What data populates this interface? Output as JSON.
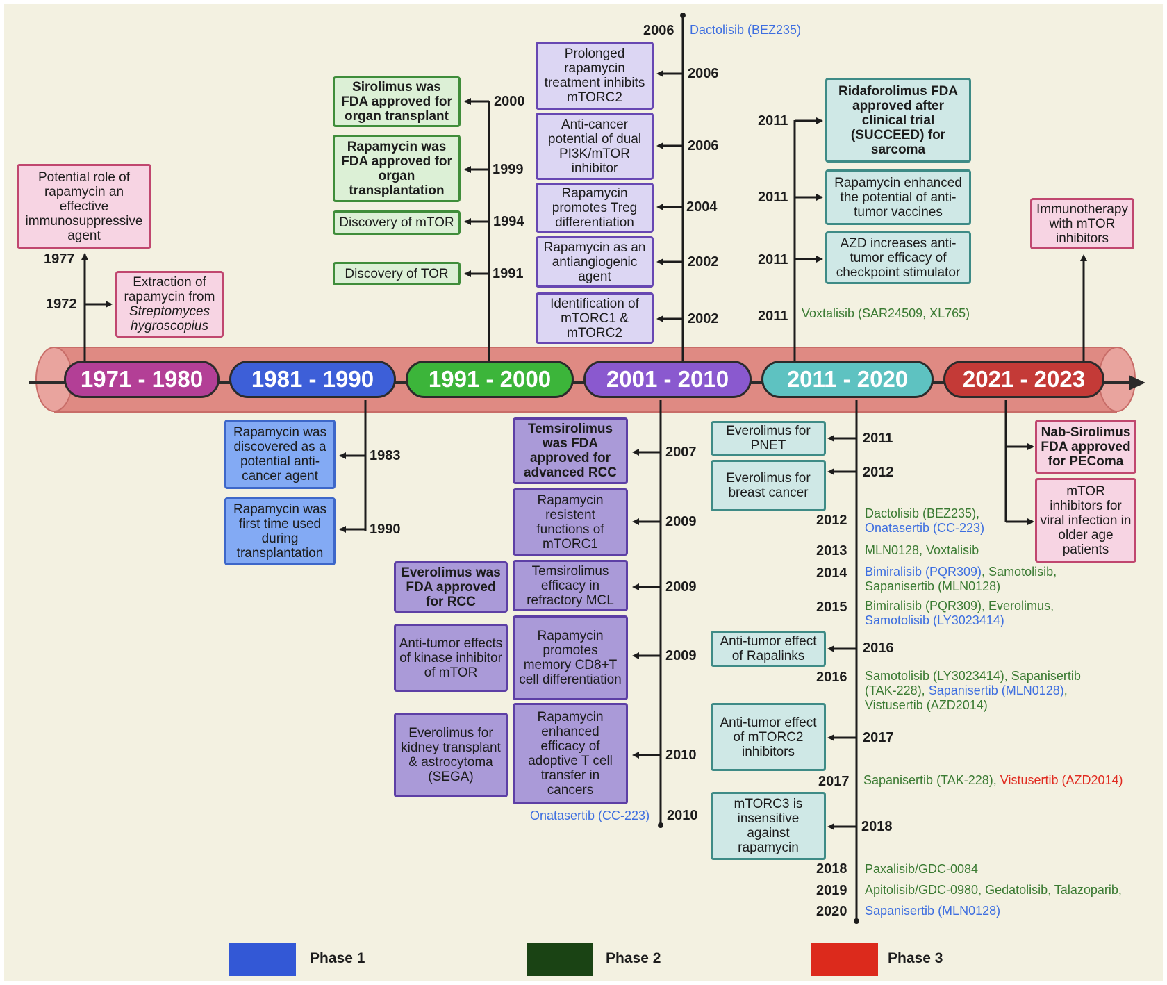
{
  "decades": [
    {
      "label": "1971 - 1980",
      "color": "#b33f96"
    },
    {
      "label": "1981 - 1990",
      "color": "#3d5fd8"
    },
    {
      "label": "1991 - 2000",
      "color": "#3cb53a"
    },
    {
      "label": "2001 - 2010",
      "color": "#8a59cf"
    },
    {
      "label": "2011 - 2020",
      "color": "#5ec2c1"
    },
    {
      "label": "2021 - 2023",
      "color": "#c43a37"
    }
  ],
  "d1970s": {
    "box1977": "Potential role of rapamycin an effective immunosuppressive agent",
    "y1977": "1977",
    "box1972_a": "Extraction of rapamycin from",
    "box1972_b": "Streptomyces hygroscopius",
    "y1972": "1972"
  },
  "d1980s": {
    "box1983": "Rapamycin was discovered as a potential anti-cancer agent",
    "y1983": "1983",
    "box1990": "Rapamycin was first time used during transplantation",
    "y1990": "1990"
  },
  "d1990s": {
    "box2000": "Sirolimus  was FDA approved for organ transplant",
    "y2000": "2000",
    "box1999": "Rapamycin was FDA approved for organ transplantation",
    "y1999": "1999",
    "box1994": "Discovery of mTOR",
    "y1994": "1994",
    "box1991": "Discovery  of TOR",
    "y1991": "1991"
  },
  "d2000s_upper": {
    "y2006_top": "2006",
    "dactolisib": "Dactolisib (BEZ235)",
    "boxA": "Prolonged rapamycin treatment inhibits mTORC2",
    "yA": "2006",
    "boxB": "Anti-cancer potential of dual PI3K/mTOR inhibitor",
    "yB": "2006",
    "boxC": "Rapamycin promotes Treg differentiation",
    "yC": "2004",
    "boxD": "Rapamycin as an antiangiogenic agent",
    "yD": "2002",
    "boxE": "Identification of mTORC1 & mTORC2",
    "yE": "2002"
  },
  "d2000s_lower": {
    "box2007": "Temsirolimus was FDA approved for advanced RCC",
    "y2007": "2007",
    "box2009a": "Rapamycin resistent functions of mTORC1",
    "y2009a": "2009",
    "boxEverRCC": "Everolimus was FDA approved for RCC",
    "box2009b": "Temsirolimus efficacy in refractory MCL",
    "y2009b": "2009",
    "boxKinase": "Anti-tumor effects of kinase inhibitor of mTOR",
    "box2009c": "Rapamycin promotes memory CD8+T cell differentiation",
    "y2009c": "2009",
    "boxSEGA": "Everolimus for kidney transplant & astrocytoma (SEGA)",
    "box2010": "Rapamycin enhanced efficacy of adoptive T cell transfer in cancers",
    "y2010": "2010",
    "onatasertib": "Onatasertib (CC-223)",
    "y2010b": "2010"
  },
  "d2010s_upper": {
    "box2011a": "Ridaforolimus FDA approved after clinical trial (SUCCEED) for sarcoma",
    "y2011a": "2011",
    "box2011b": "Rapamycin enhanced the potential of anti-tumor vaccines",
    "y2011b": "2011",
    "box2011c": "AZD increases anti-tumor efficacy of checkpoint stimulator",
    "y2011c": "2011",
    "y2011d": "2011",
    "voxtalisib": "Voxtalisib (SAR24509, XL765)"
  },
  "d2010s_lower": {
    "boxPNET": "Everolimus for PNET",
    "yPNET": "2011",
    "boxBreast": "Everolimus for breast cancer",
    "yBreast": "2012",
    "y2012": "2012",
    "t2012_a": "Dactolisib (BEZ235),",
    "t2012_b": "Onatasertib (CC-223)",
    "y2013": "2013",
    "t2013": "MLN0128, Voxtalisib",
    "y2014": "2014",
    "t2014_a": "Bimiralisib (PQR309)",
    "t2014_b": ", Samotolisib,",
    "t2014_c": "Sapanisertib (MLN0128)",
    "y2015": "2015",
    "t2015_a": "Bimiralisib (PQR309), Everolimus,",
    "t2015_b": "Samotolisib (LY3023414)",
    "boxRapalinks": "Anti-tumor effect of Rapalinks",
    "y2016a": "2016",
    "y2016b": "2016",
    "t2016_a": "Samotolisib (LY3023414), Sapanisertib",
    "t2016_b": "(TAK-228), ",
    "t2016_c": "Sapanisertib (MLN0128)",
    "t2016_d": ",",
    "t2016_e": "Vistusertib (AZD2014)",
    "boxMTORC2": "Anti-tumor effect of mTORC2 inhibitors",
    "y2017a": "2017",
    "y2017b": "2017",
    "t2017_a": "Sapanisertib (TAK-228), ",
    "t2017_b": "Vistusertib (AZD2014)",
    "boxMTORC3": "mTORC3 is insensitive against rapamycin",
    "y2018a": "2018",
    "y2018b": "2018",
    "t2018": "Paxalisib/GDC-0084",
    "y2019": "2019",
    "t2019": "Apitolisib/GDC-0980, Gedatolisib, Talazoparib,",
    "y2020": "2020",
    "t2020": "Sapanisertib (MLN0128)"
  },
  "d2020s": {
    "boxImmuno": "Immunotherapy with mTOR inhibitors",
    "boxNab": "Nab-Sirolimus FDA approved for PEComa",
    "boxViral": "mTOR inhibitors for viral infection in older age patients"
  },
  "legend": [
    {
      "label": "Phase 1",
      "color": "#3358d6"
    },
    {
      "label": "Phase 2",
      "color": "#1a4314"
    },
    {
      "label": "Phase 3",
      "color": "#dc2a1c"
    }
  ]
}
